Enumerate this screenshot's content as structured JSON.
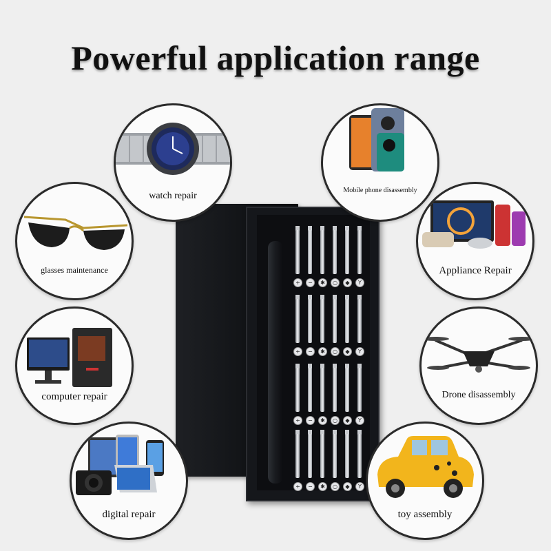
{
  "headline": "Powerful application range",
  "applications": {
    "watch": {
      "label": "watch repair",
      "icon": "watch-icon"
    },
    "mobile": {
      "label": "Mobile phone disassembly",
      "icon": "smartphone-icon"
    },
    "glasses": {
      "label": "glasses maintenance",
      "icon": "sunglasses-icon"
    },
    "appliance": {
      "label": "Appliance Repair",
      "icon": "appliance-icon"
    },
    "computer": {
      "label": "computer repair",
      "icon": "computer-icon"
    },
    "drone": {
      "label": "Drone disassembly",
      "icon": "drone-icon"
    },
    "digital": {
      "label": "digital repair",
      "icon": "digital-devices-icon"
    },
    "toy": {
      "label": "toy assembly",
      "icon": "toy-car-icon"
    }
  },
  "colors": {
    "background": "#efefef",
    "ring": "#2b2b2b",
    "case": "#15171b",
    "toy_car": "#f2b51c"
  }
}
